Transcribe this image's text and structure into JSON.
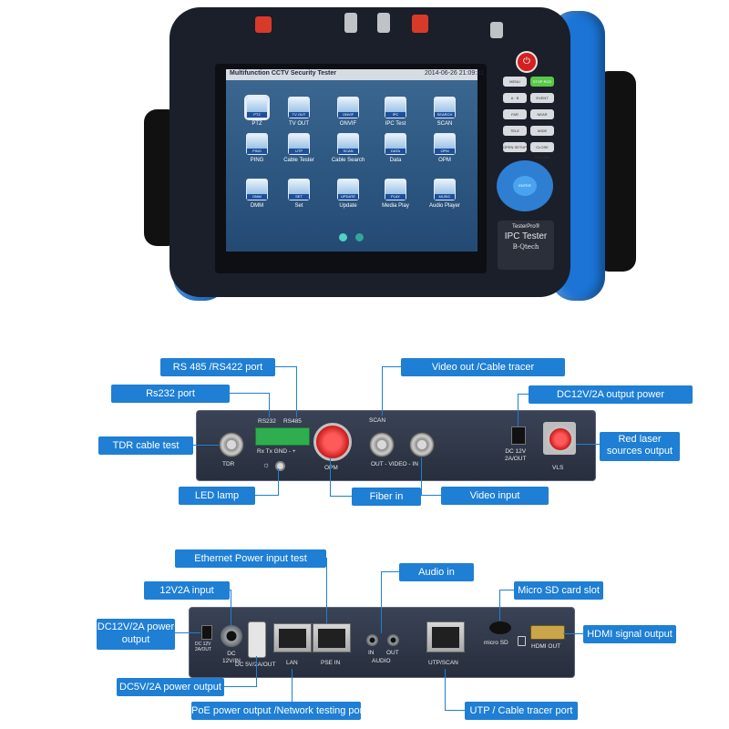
{
  "device": {
    "screen_title": "Multifunction CCTV Security Tester",
    "screen_datetime": "2014-06-26 21:09:31",
    "apps": [
      {
        "caption": "PTZ",
        "label": "PTZ"
      },
      {
        "caption": "TV OUT",
        "label": "TV OUT"
      },
      {
        "caption": "ONVIF",
        "label": "ONVIF"
      },
      {
        "caption": "IPC",
        "label": "IPC Test"
      },
      {
        "caption": "SEARCH",
        "label": "SCAN"
      },
      {
        "caption": "PING",
        "label": "PING"
      },
      {
        "caption": "UTP",
        "label": "Cable Tester"
      },
      {
        "caption": "SCAN",
        "label": "Cable Search"
      },
      {
        "caption": "DATA",
        "label": "Data"
      },
      {
        "caption": "OPM",
        "label": "OPM"
      },
      {
        "caption": "DMM",
        "label": "DMM"
      },
      {
        "caption": "SET",
        "label": "Set"
      },
      {
        "caption": "UPDATE",
        "label": "Update"
      },
      {
        "caption": "PLAY",
        "label": "Media Play"
      },
      {
        "caption": "MUSIC",
        "label": "Audio Player"
      }
    ],
    "keys": {
      "menu": "MENU",
      "stop_rcd": "STOP RCD",
      "event": "EVENT",
      "near": "NEAR",
      "wide": "WIDE",
      "open_setup": "OPEN SETUP",
      "close_return": "CLOSE RETURN",
      "enter": "ENTER",
      "far": "FAR",
      "tele": "TELE"
    },
    "brand": {
      "line1": "TesterPro®",
      "line2": "IPC Tester",
      "line3": "B-Qtech"
    }
  },
  "panel1": {
    "port_labels": {
      "tdr": "TDR",
      "rs232": "RS232",
      "rs485": "RS485",
      "pins": "Rx  Tx GND  -   +",
      "opm": "OPM",
      "scan": "SCAN",
      "video": "OUT - VIDEO - IN",
      "dc": "DC 12V\n2A/OUT",
      "vls": "VLS"
    },
    "callouts": {
      "rs485": "RS 485 /RS422 port",
      "rs232": "Rs232 port",
      "tdr": "TDR cable test",
      "led": "LED lamp",
      "fiber": "Fiber in",
      "video_input": "Video input",
      "video_out": "Video out /Cable tracer",
      "dc_out": "DC12V/2A output power",
      "red_laser": "Red laser sources output"
    }
  },
  "panel2": {
    "port_labels": {
      "dc_small": "DC 12V 2A/OUT",
      "dc_in": "DC 12V/IN",
      "usb": "DC 5V/2A/OUT",
      "lan": "LAN",
      "pse": "PSE IN",
      "in": "IN",
      "out": "OUT",
      "audio": "AUDIO",
      "utp": "UTP/SCAN",
      "microsd": "micro SD",
      "hdmi": "HDMI OUT"
    },
    "callouts": {
      "eth_power": "Ethernet Power input test",
      "input_12v": "12V2A input",
      "dc12_out": "DC12V/2A power output",
      "dc5_out": "DC5V/2A power output",
      "poe": "PoE power output /Network testing port",
      "audio_in": "Audio in",
      "microsd": "Micro SD card slot",
      "hdmi": "HDMI signal output",
      "utp": "UTP / Cable tracer port"
    }
  }
}
